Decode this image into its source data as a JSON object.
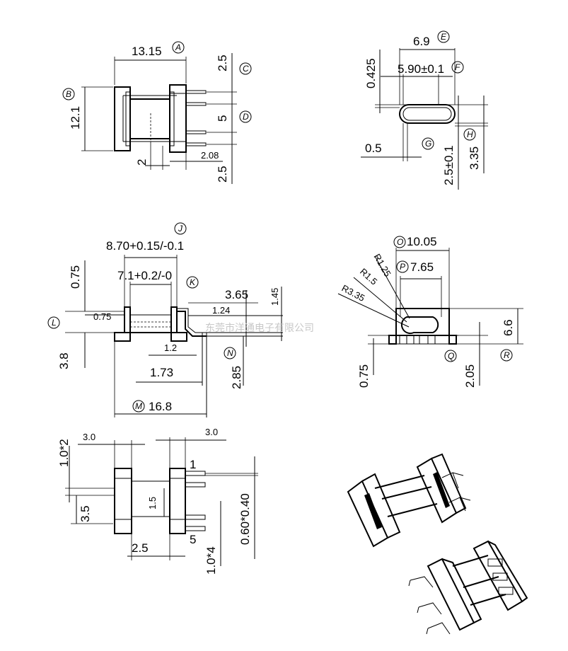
{
  "dimensions": {
    "top_left": {
      "width": "13.15",
      "height": "12.1",
      "pin_gap_top": "2.5",
      "pin_pitch": "5",
      "foot": "2",
      "pin_offset": "2.08",
      "pin_gap_bottom": "2.5",
      "refs": {
        "a": "A",
        "b": "B",
        "c": "C",
        "d": "D"
      }
    },
    "top_right": {
      "outer": "6.9",
      "inner": "5.90±0.1",
      "wall": "0.425",
      "gap": "0.5",
      "inner_h": "2.5±0.1",
      "outer_h": "3.35",
      "refs": {
        "e": "E",
        "f": "F",
        "g": "G",
        "h": "H"
      }
    },
    "mid_left": {
      "overall": "8.70+0.15/-0.1",
      "inner": "7.1+0.2/-0",
      "flange": "0.75",
      "flange_inner": "0.75",
      "pin_h": "3.65",
      "pin_t": "1.24",
      "pin_w": "1.45",
      "base_h": "3.8",
      "pin_base": "1.2",
      "pin_x": "1.73",
      "pin_len": "2.85",
      "total": "16.8",
      "refs": {
        "j": "J",
        "k": "K",
        "l": "L",
        "m": "M",
        "n": "N"
      }
    },
    "mid_right": {
      "outer": "10.05",
      "inner": "7.65",
      "r1": "R1.25",
      "r2": "R1.5",
      "r3": "R3.35",
      "height": "6.6",
      "foot": "0.75",
      "pin": "2.05",
      "refs": {
        "o": "O",
        "p": "P",
        "q": "Q",
        "r": "R"
      }
    },
    "bottom_left": {
      "left_w": "3.0",
      "right_w": "3.0",
      "flange": "1.0*2",
      "slot": "1.5",
      "gap": "3.5",
      "pitch": "2.5",
      "pins": "0.60*0.40",
      "pitch4": "1.0*4",
      "pin1": "1",
      "pin5": "5"
    }
  },
  "watermark": "东莞市洋通电子有限公司"
}
